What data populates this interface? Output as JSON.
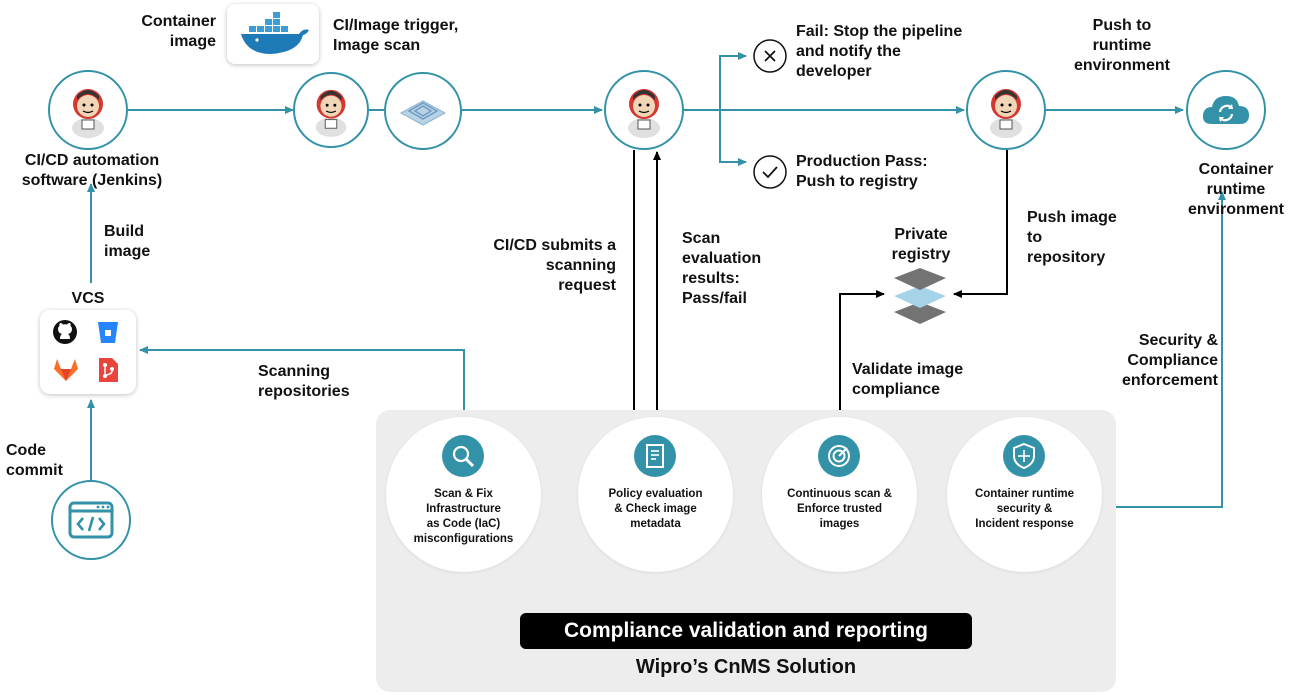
{
  "labels": {
    "container_image": "Container\nimage",
    "ci_trigger": "CI/Image trigger,\nImage scan",
    "fail": "Fail: Stop the pipeline\nand notify the\ndeveloper",
    "production_pass": "Production Pass:\nPush to registry",
    "push_runtime": "Push to\nruntime\nenvironment",
    "jenkins": "CI/CD automation\nsoftware (Jenkins)",
    "container_runtime_env": "Container\nruntime\nenvironment",
    "build_image": "Build\nimage",
    "vcs": "VCS",
    "code_commit": "Code\ncommit",
    "scanning_repositories": "Scanning\nrepositories",
    "cicd_submits": "CI/CD submits a\nscanning\nrequest",
    "scan_eval": "Scan\nevaluation\nresults:\nPass/fail",
    "private_registry": "Private\nregistry",
    "push_image_repo": "Push image\nto\nrepository",
    "validate_compliance": "Validate image\ncompliance",
    "security_compliance": "Security &\nCompliance\nenforcement"
  },
  "services": [
    {
      "label": "Scan & Fix\nInfrastructure\nas Code (IaC)\nmisconfigurations",
      "icon": "magnifier-icon"
    },
    {
      "label": "Policy evaluation\n& Check image\nmetadata",
      "icon": "policy-document-icon"
    },
    {
      "label": "Continuous scan &\nEnforce trusted\nimages",
      "icon": "radar-icon"
    },
    {
      "label": "Container runtime\nsecurity &\nIncident response",
      "icon": "shield-icon"
    }
  ],
  "compliance_bar": "Compliance validation and reporting",
  "panel_title": "Wipro’s CnMS Solution",
  "colors": {
    "accent": "#3392a8",
    "panel": "#ededed",
    "bar": "#000000"
  }
}
